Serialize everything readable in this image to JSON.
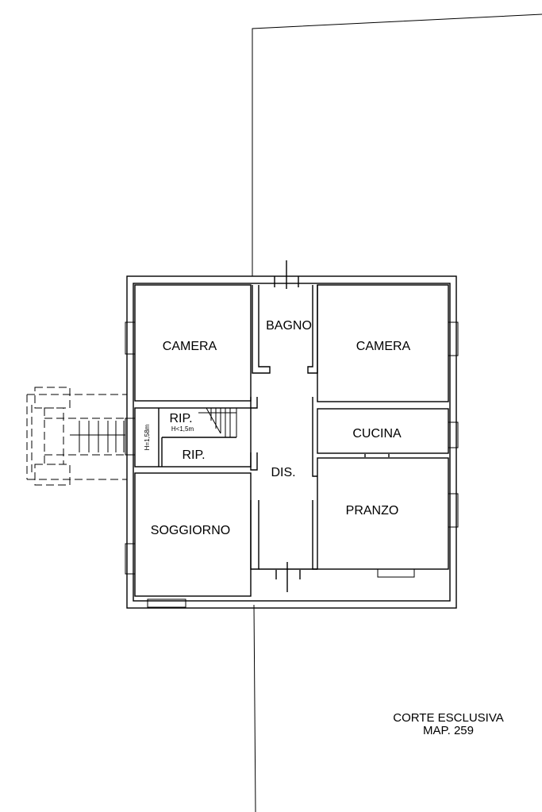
{
  "rooms": {
    "camera_left": "CAMERA",
    "bagno": "BAGNO",
    "camera_right": "CAMERA",
    "rip_upper": "RIP.",
    "rip_upper_height": "H<1,5m",
    "rip_lower": "RIP.",
    "stair_height": "H=1,58m",
    "cucina": "CUCINA",
    "dis": "DIS.",
    "pranzo": "PRANZO",
    "soggiorno": "SOGGIORNO"
  },
  "site": {
    "line1": "CORTE ESCLUSIVA",
    "line2": "MAP. 259"
  }
}
